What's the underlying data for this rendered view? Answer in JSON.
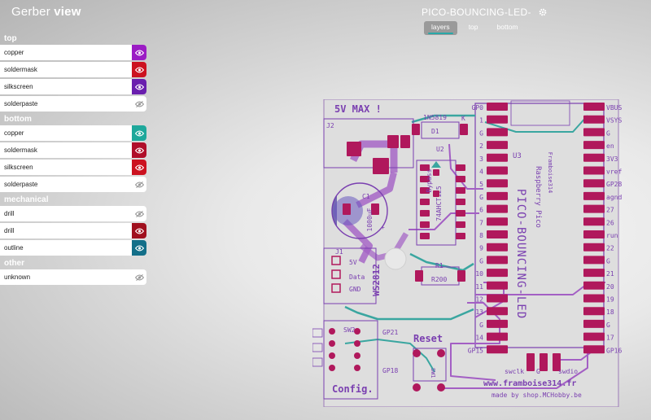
{
  "app": {
    "brand_prefix": "Gerber",
    "brand_bold": "view"
  },
  "project": {
    "title": "PICO-BOUNCING-LED-",
    "settings_icon": "gear-icon"
  },
  "tabs": [
    {
      "label": "layers",
      "active": true
    },
    {
      "label": "top",
      "active": false
    },
    {
      "label": "bottom",
      "active": false
    }
  ],
  "groups": [
    {
      "title": "top",
      "layers": [
        {
          "name": "copper",
          "visible": true,
          "color": "#9b1cc4"
        },
        {
          "name": "soldermask",
          "visible": true,
          "color": "#cc1220"
        },
        {
          "name": "silkscreen",
          "visible": true,
          "color": "#6a1fae"
        },
        {
          "name": "solderpaste",
          "visible": false,
          "color": ""
        }
      ]
    },
    {
      "title": "bottom",
      "layers": [
        {
          "name": "copper",
          "visible": true,
          "color": "#1ea89b"
        },
        {
          "name": "soldermask",
          "visible": true,
          "color": "#b00e2a"
        },
        {
          "name": "silkscreen",
          "visible": true,
          "color": "#cc1220"
        },
        {
          "name": "solderpaste",
          "visible": false,
          "color": ""
        }
      ]
    },
    {
      "title": "mechanical",
      "layers": [
        {
          "name": "drill",
          "visible": false,
          "color": ""
        },
        {
          "name": "drill",
          "visible": true,
          "color": "#a0101e"
        },
        {
          "name": "outline",
          "visible": true,
          "color": "#136f89"
        }
      ]
    },
    {
      "title": "other",
      "layers": [
        {
          "name": "unknown",
          "visible": false,
          "color": ""
        }
      ]
    }
  ],
  "board": {
    "texts": {
      "max": "5V MAX !",
      "j2": "J2",
      "diode_part": "1N5819",
      "d1": "D1",
      "k": "K",
      "u2": "U2",
      "bypass": "Bypass",
      "ic": "74AHCT125",
      "c1": "C1",
      "cap": "1000uF",
      "plus": "+",
      "j1": "J1",
      "ws_5v": "5V",
      "ws_data": "Data",
      "ws_gnd": "GND",
      "ws_part": "WS2812",
      "r1": "R1",
      "r200": "R200",
      "u3": "U3",
      "brand_vertical": "PICO-BOUNCING-LED",
      "rpi_vertical": "Raspberry Pico",
      "framboise": "Framboise314",
      "sw2": "SW2",
      "gp21": "GP21",
      "gp18": "GP18",
      "config": "Config.",
      "reset": "Reset",
      "sw1": "SW1",
      "swclk": "swclk",
      "g_mid": "G",
      "swdio": "swdio",
      "url": "www.framboise314.fr",
      "made_by": "made by shop.MCHobby.be"
    },
    "left_pins": [
      "GP0",
      "1",
      "G",
      "2",
      "3",
      "4",
      "5",
      "G",
      "6",
      "7",
      "8",
      "9",
      "G",
      "10",
      "11",
      "12",
      "13",
      "G",
      "14",
      "GP15"
    ],
    "right_pins": [
      "VBUS",
      "VSYS",
      "G",
      "en",
      "3V3",
      "vref",
      "GP28",
      "agnd",
      "27",
      "26",
      "run",
      "22",
      "G",
      "21",
      "20",
      "19",
      "18",
      "G",
      "17",
      "GP16"
    ],
    "colors": {
      "copper": "#a35fc4",
      "pad": "#b0185c",
      "silk": "#7a3fb0",
      "teal": "#3aa6a0",
      "mask": "#dedede"
    }
  }
}
